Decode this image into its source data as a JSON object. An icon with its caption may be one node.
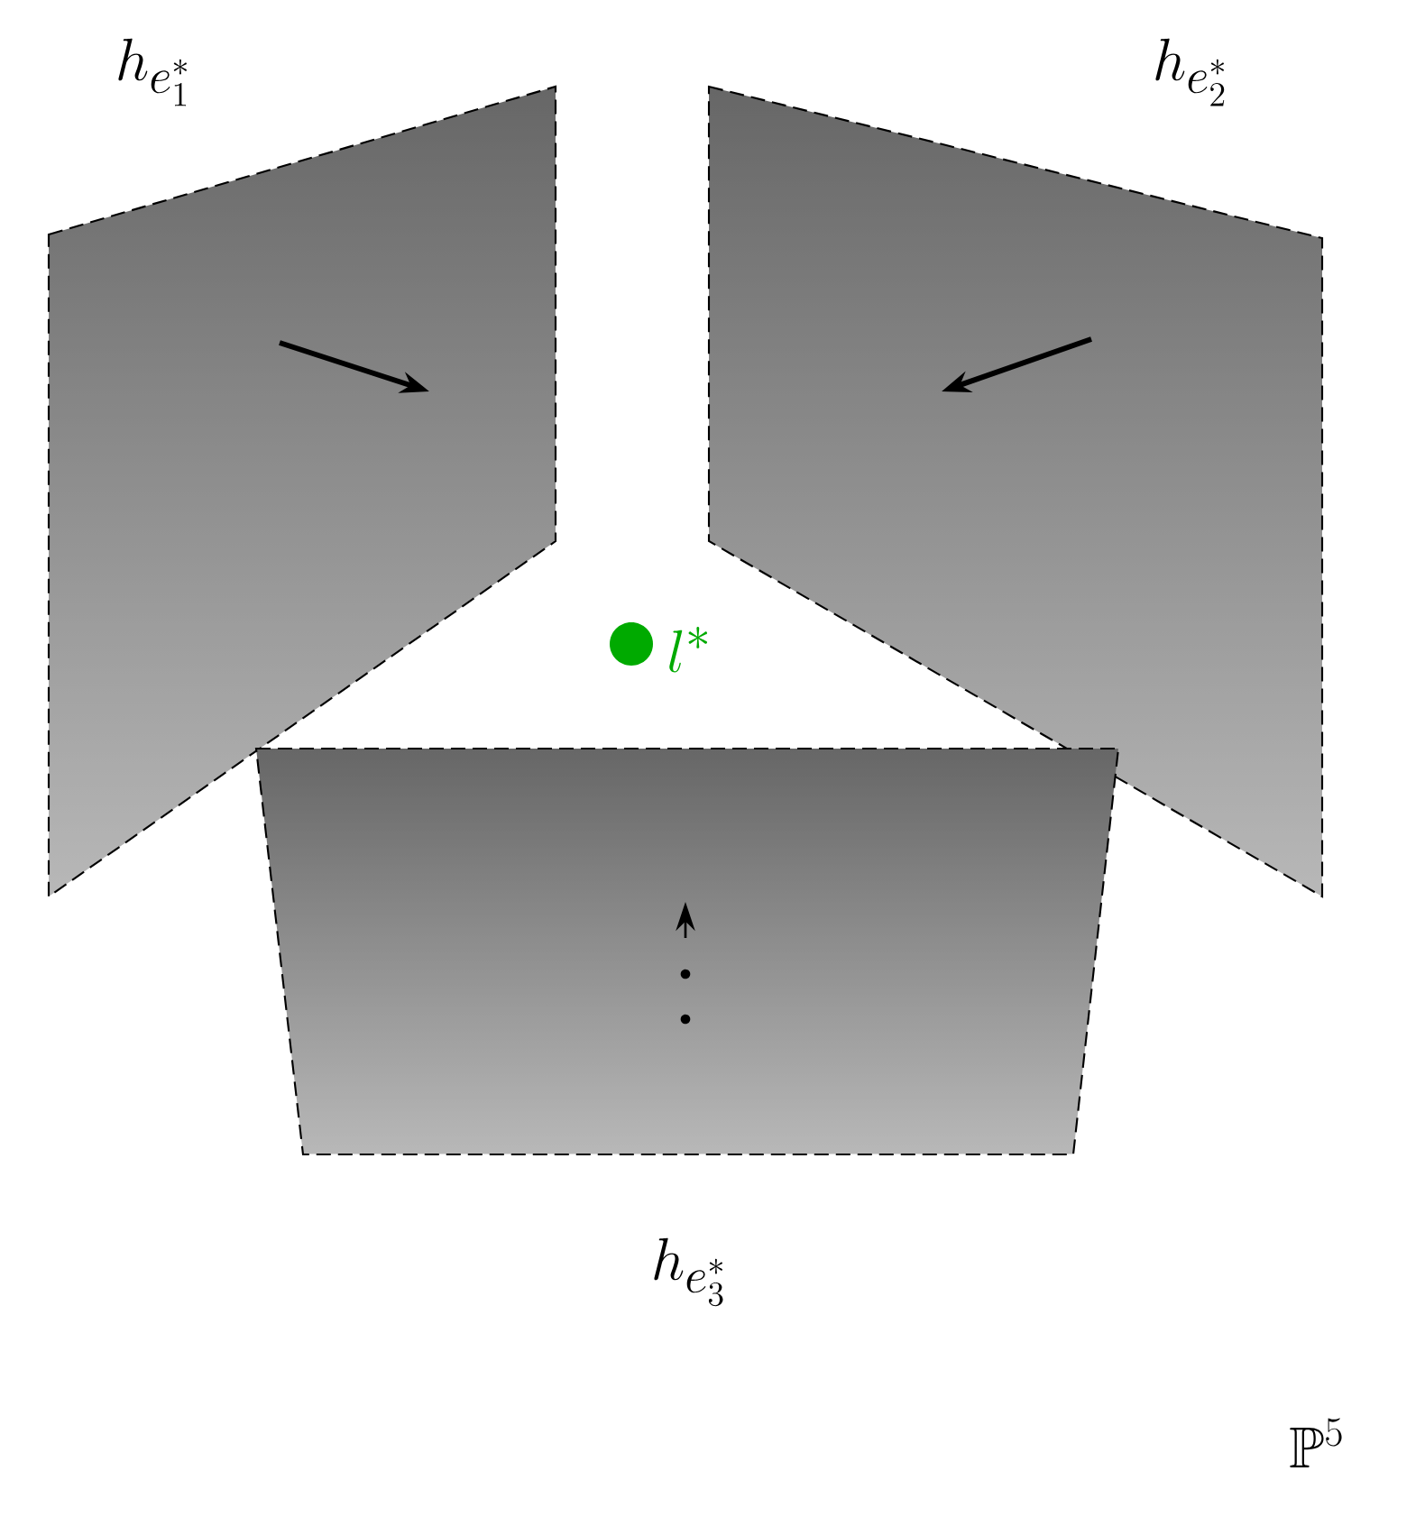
{
  "diagram": {
    "nodes": [
      {
        "text": [
          "h_{e_1^*}"
        ]
      },
      {
        "text": [
          "h_{e_2^*}"
        ]
      },
      {
        "text": [
          "h_{e_3^*}"
        ]
      },
      {
        "text": [],
        "shape": "circle",
        "beside": [
          "l^*"
        ]
      }
    ],
    "labels": [
      "\\mathbb{P}^5"
    ]
  }
}
